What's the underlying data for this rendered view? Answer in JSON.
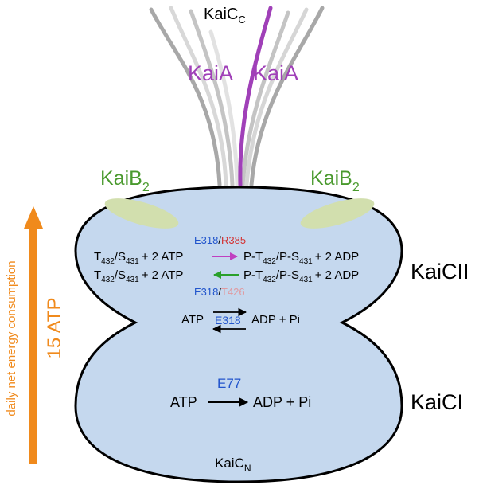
{
  "colors": {
    "body_fill": "#c5d8ee",
    "kaib_patch": "#d2dfae",
    "kaia_purple": "#a040b8",
    "kaib_green": "#4a9a2e",
    "blue": "#2255cc",
    "red": "#d43030",
    "pink": "#e09aa0",
    "magenta_arrow": "#c040c0",
    "green_arrow": "#2aa02a",
    "orange": "#f08a1c"
  },
  "labels": {
    "kaic_c": "KaiC",
    "kaic_c_sub": "C",
    "kaia_left": "KaiA",
    "kaia_right": "KaiA",
    "kaib_left": "KaiB",
    "kaib_left_sub": "2",
    "kaib_right": "KaiB",
    "kaib_right_sub": "2",
    "kaicii": "KaiCII",
    "kaici": "KaiCI",
    "kaic_n": "KaiC",
    "kaic_n_sub": "N",
    "vertical_caption": "daily net energy consumption",
    "vertical_atp": "15 ATP"
  },
  "reactions": {
    "r1_enzyme_a": "E318",
    "r1_slash": "/",
    "r1_enzyme_b": "R385",
    "r2_enzyme_a": "E318",
    "r2_slash": "/",
    "r2_enzyme_b": "T426",
    "lhs_T": "T",
    "lhs_T_sub": "432",
    "lhs_S": "/S",
    "lhs_S_sub": "431",
    "lhs_tail": "+ 2 ATP",
    "rhs_T": "P-T",
    "rhs_T_sub": "432",
    "rhs_S": "/P-S",
    "rhs_S_sub": "431",
    "rhs_tail": "+ 2 ADP",
    "atp_left": "ATP",
    "mid_enzyme": "E318",
    "adp_pi_mid": "ADP + Pi",
    "kaici_enzyme": "E77",
    "kaici_atp": "ATP",
    "kaici_adp_pi": "ADP + Pi"
  }
}
